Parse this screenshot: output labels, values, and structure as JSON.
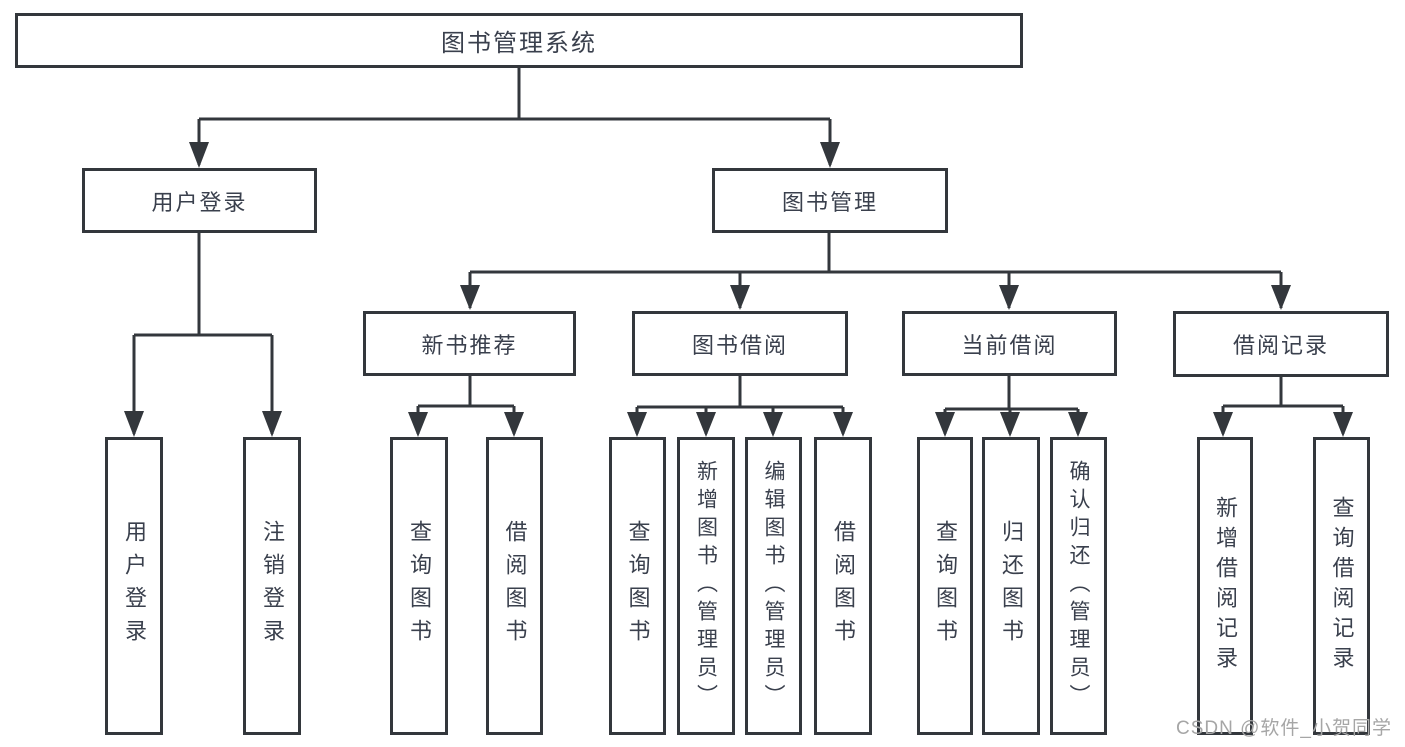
{
  "tree": {
    "label": "图书管理系统",
    "children": [
      {
        "label": "用户登录",
        "children": [
          {
            "label": "用户登录"
          },
          {
            "label": "注销登录"
          }
        ]
      },
      {
        "label": "图书管理",
        "children": [
          {
            "label": "新书推荐",
            "children": [
              {
                "label": "查询图书"
              },
              {
                "label": "借阅图书"
              }
            ]
          },
          {
            "label": "图书借阅",
            "children": [
              {
                "label": "查询图书"
              },
              {
                "label": "新增图书（管理员）"
              },
              {
                "label": "编辑图书（管理员）"
              },
              {
                "label": "借阅图书"
              }
            ]
          },
          {
            "label": "当前借阅",
            "children": [
              {
                "label": "查询图书"
              },
              {
                "label": "归还图书"
              },
              {
                "label": "确认归还（管理员）"
              }
            ]
          },
          {
            "label": "借阅记录",
            "children": [
              {
                "label": "新增借阅记录"
              },
              {
                "label": "查询借阅记录"
              }
            ]
          }
        ]
      }
    ]
  },
  "watermark": {
    "text": "CSDN @软件_小贺同学"
  },
  "colors": {
    "border": "#33373c",
    "line": "#33373c",
    "text": "#3a404d",
    "watermark": "#a6a6a6",
    "background": "#ffffff"
  }
}
